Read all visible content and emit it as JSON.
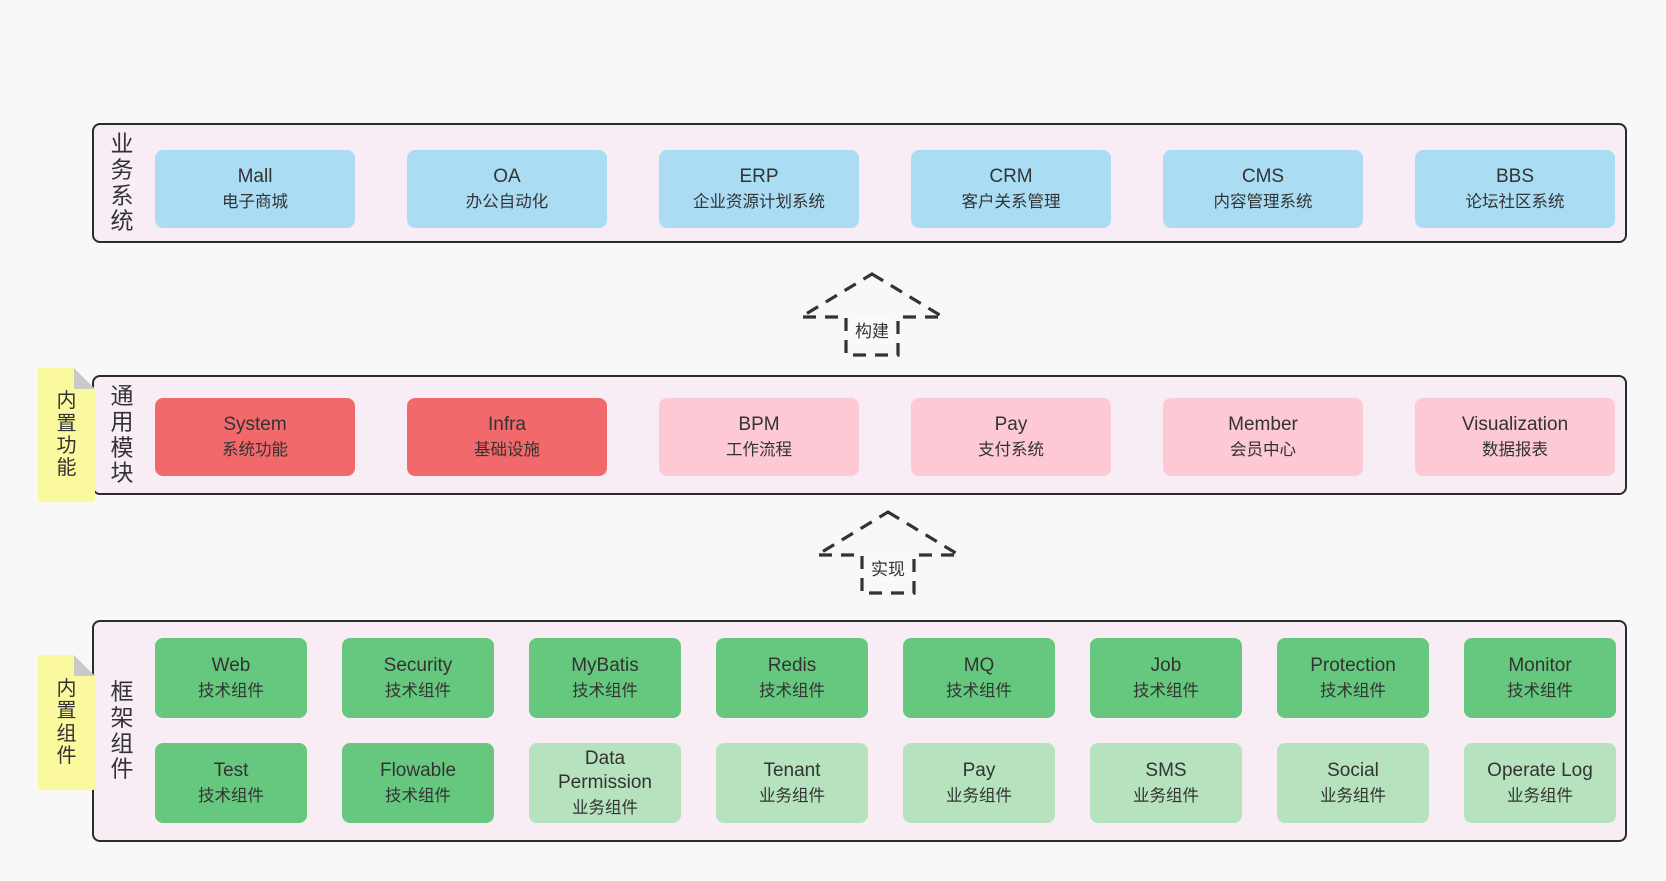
{
  "page": {
    "background": "#f8f8f8"
  },
  "palette": {
    "layer_bg": "#f8edf5",
    "layer_border": "#2b2b2b",
    "blue": "#aaddf4",
    "red": "#f1696b",
    "pink": "#fcc9d4",
    "green": "#66c87e",
    "lightgreen": "#b6e3bd",
    "sticky_yellow": "#fbf99d",
    "sticky_fold": "#c9c9c9",
    "text": "#333333"
  },
  "arrows": [
    {
      "label": "构建"
    },
    {
      "label": "实现"
    }
  ],
  "layers": [
    {
      "name": "业务系统",
      "boxes": [
        {
          "title": "Mall",
          "subtitle": "电子商城",
          "variant": "blue"
        },
        {
          "title": "OA",
          "subtitle": "办公自动化",
          "variant": "blue"
        },
        {
          "title": "ERP",
          "subtitle": "企业资源计划系统",
          "variant": "blue"
        },
        {
          "title": "CRM",
          "subtitle": "客户关系管理",
          "variant": "blue"
        },
        {
          "title": "CMS",
          "subtitle": "内容管理系统",
          "variant": "blue"
        },
        {
          "title": "BBS",
          "subtitle": "论坛社区系统",
          "variant": "blue"
        }
      ]
    },
    {
      "name": "通用模块",
      "sticky": "内置功能",
      "boxes": [
        {
          "title": "System",
          "subtitle": "系统功能",
          "variant": "red"
        },
        {
          "title": "Infra",
          "subtitle": "基础设施",
          "variant": "red"
        },
        {
          "title": "BPM",
          "subtitle": "工作流程",
          "variant": "pink"
        },
        {
          "title": "Pay",
          "subtitle": "支付系统",
          "variant": "pink"
        },
        {
          "title": "Member",
          "subtitle": "会员中心",
          "variant": "pink"
        },
        {
          "title": "Visualization",
          "subtitle": "数据报表",
          "variant": "pink"
        }
      ]
    },
    {
      "name": "框架组件",
      "sticky": "内置组件",
      "rows": [
        [
          {
            "title": "Web",
            "subtitle": "技术组件",
            "variant": "green"
          },
          {
            "title": "Security",
            "subtitle": "技术组件",
            "variant": "green"
          },
          {
            "title": "MyBatis",
            "subtitle": "技术组件",
            "variant": "green"
          },
          {
            "title": "Redis",
            "subtitle": "技术组件",
            "variant": "green"
          },
          {
            "title": "MQ",
            "subtitle": "技术组件",
            "variant": "green"
          },
          {
            "title": "Job",
            "subtitle": "技术组件",
            "variant": "green"
          },
          {
            "title": "Protection",
            "subtitle": "技术组件",
            "variant": "green"
          },
          {
            "title": "Monitor",
            "subtitle": "技术组件",
            "variant": "green"
          }
        ],
        [
          {
            "title": "Test",
            "subtitle": "技术组件",
            "variant": "green"
          },
          {
            "title": "Flowable",
            "subtitle": "技术组件",
            "variant": "green"
          },
          {
            "title": "Data Permission",
            "subtitle": "业务组件",
            "variant": "lightgreen"
          },
          {
            "title": "Tenant",
            "subtitle": "业务组件",
            "variant": "lightgreen"
          },
          {
            "title": "Pay",
            "subtitle": "业务组件",
            "variant": "lightgreen"
          },
          {
            "title": "SMS",
            "subtitle": "业务组件",
            "variant": "lightgreen"
          },
          {
            "title": "Social",
            "subtitle": "业务组件",
            "variant": "lightgreen"
          },
          {
            "title": "Operate Log",
            "subtitle": "业务组件",
            "variant": "lightgreen"
          }
        ]
      ]
    }
  ]
}
